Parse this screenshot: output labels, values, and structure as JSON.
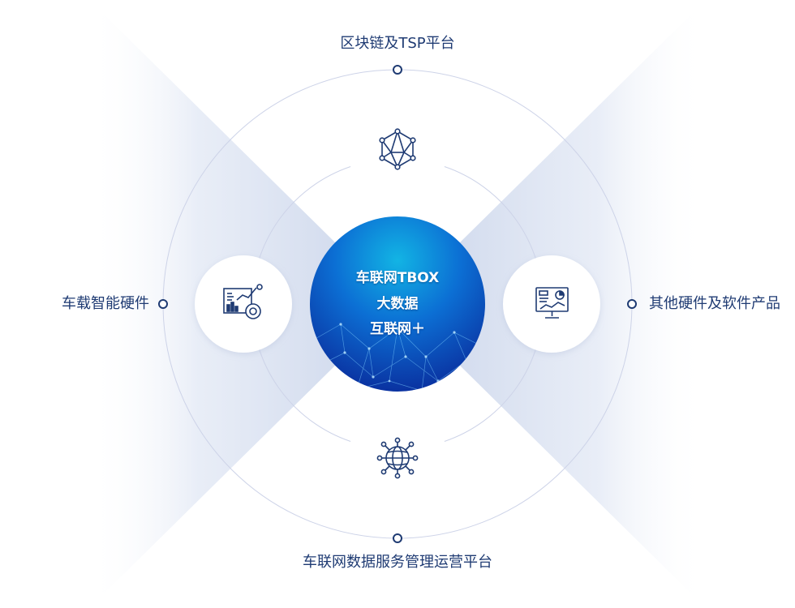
{
  "center": {
    "lines": [
      "车联网TBOX",
      "大数据",
      "互联网＋"
    ]
  },
  "nodes": {
    "top": "区块链及TSP平台",
    "bottom": "车联网数据服务管理运营平台",
    "left": "车载智能硬件",
    "right": "其他硬件及软件产品"
  },
  "icons": {
    "top": "network-mesh-icon",
    "bottom": "globe-network-icon",
    "left": "data-chart-icon",
    "right": "monitor-dashboard-icon"
  },
  "colors": {
    "text": "#1f3b73",
    "icon": "#1f3b73",
    "ring": "#c9d0e6",
    "node_dot": "#1f3b73",
    "beam": "#dbe3f2",
    "center_dark": "#0a2a9a",
    "center_light": "#0aa0d8"
  }
}
